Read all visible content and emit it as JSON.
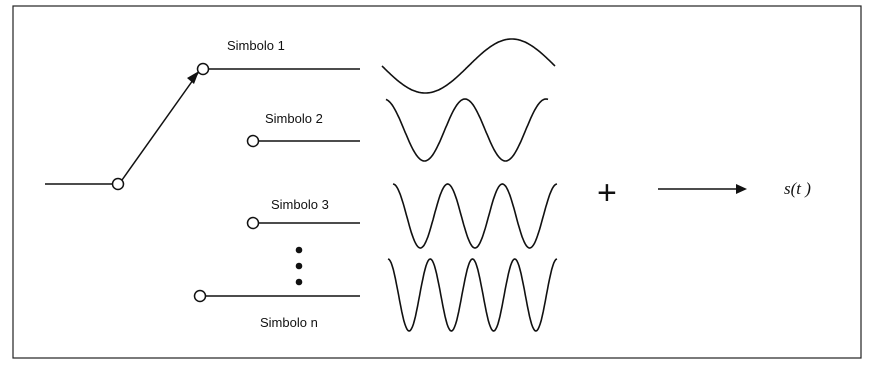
{
  "diagram": {
    "symbols": [
      "Simbolo 1",
      "Simbolo 2",
      "Simbolo 3",
      "Simbolo n"
    ],
    "sum_symbol": "+",
    "output_label": "s(t )",
    "waves": [
      {
        "symbol": "Simbolo 1",
        "cycles": 1
      },
      {
        "symbol": "Simbolo 2",
        "cycles": 2
      },
      {
        "symbol": "Simbolo 3",
        "cycles": 3
      },
      {
        "symbol": "Simbolo n",
        "cycles": 4
      }
    ],
    "colors": {
      "stroke": "#111111",
      "background": "#ffffff"
    }
  }
}
